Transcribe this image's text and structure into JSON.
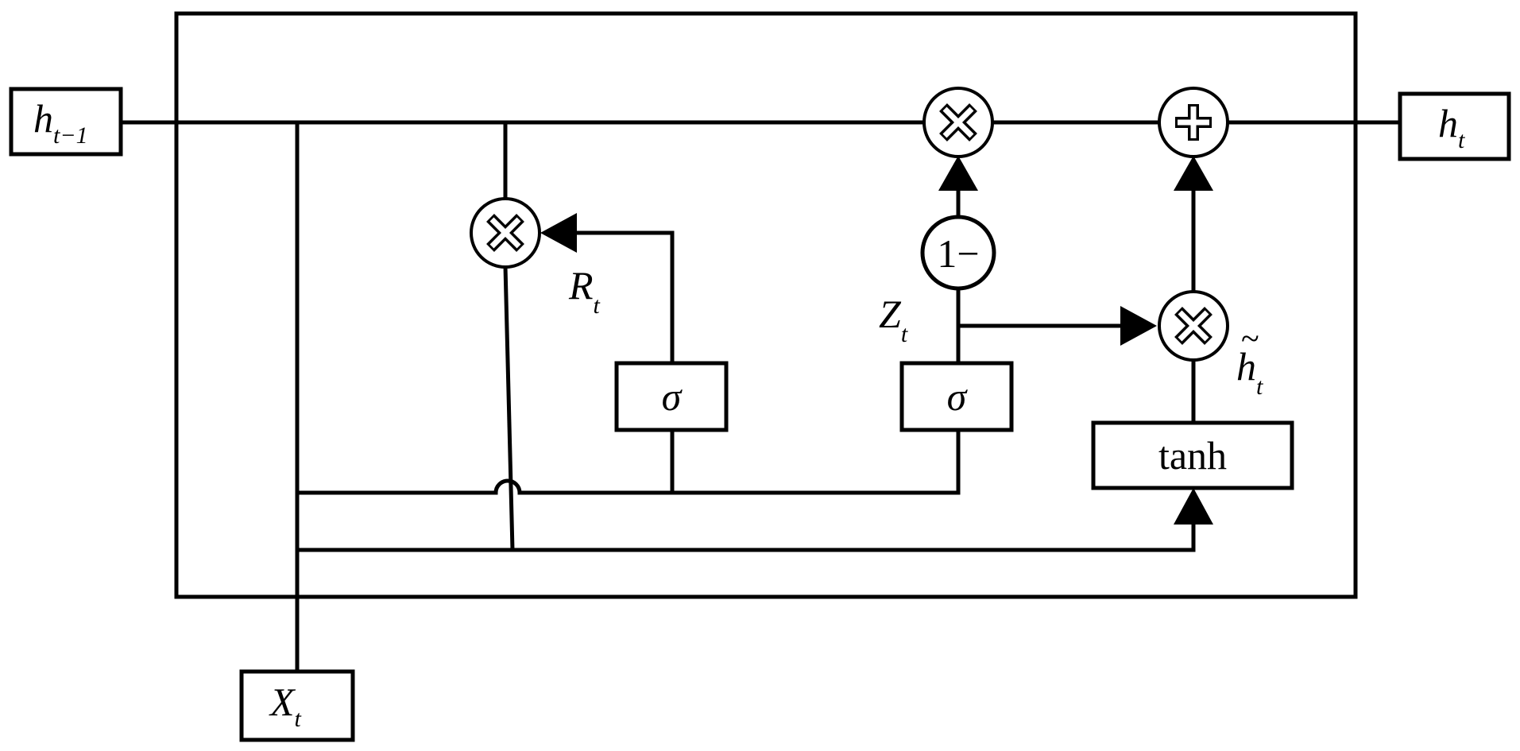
{
  "inputs": {
    "h_prev": {
      "main": "h",
      "sub": "t−1"
    },
    "x": {
      "main": "X",
      "sub": "t"
    }
  },
  "outputs": {
    "h_out": {
      "main": "h",
      "sub": "t"
    }
  },
  "gates": {
    "reset_sigma": "σ",
    "update_sigma": "σ",
    "tanh": "tanh",
    "one_minus": "1−"
  },
  "labels": {
    "reset": {
      "main": "R",
      "sub": "t"
    },
    "update": {
      "main": "Z",
      "sub": "t"
    },
    "candidate": {
      "main": "h",
      "tilde": "~",
      "sub": "t"
    }
  },
  "operators": {
    "multiply": "multiply",
    "add": "add"
  }
}
